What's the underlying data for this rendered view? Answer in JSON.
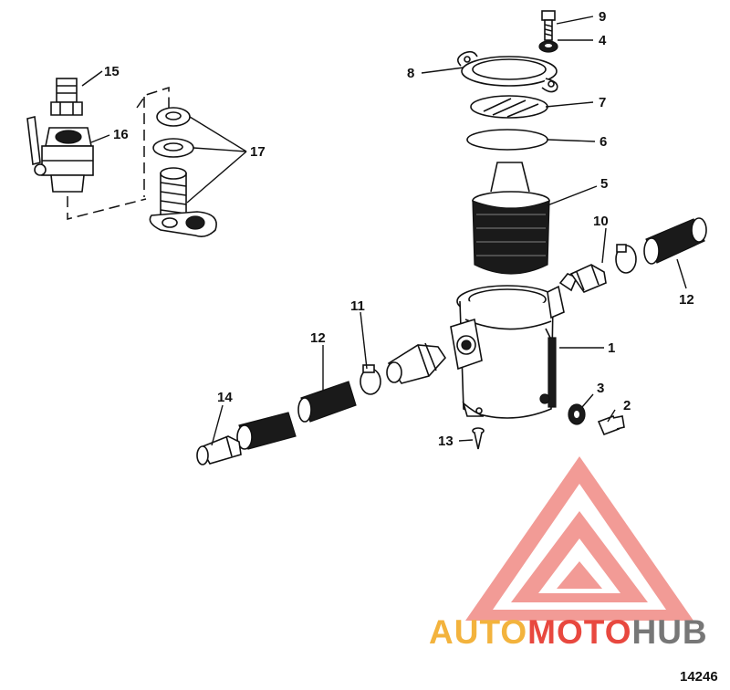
{
  "callouts": [
    {
      "id": "c1",
      "text": "1"
    },
    {
      "id": "c2",
      "text": "2"
    },
    {
      "id": "c3",
      "text": "3"
    },
    {
      "id": "c4",
      "text": "4"
    },
    {
      "id": "c5",
      "text": "5"
    },
    {
      "id": "c6",
      "text": "6"
    },
    {
      "id": "c7",
      "text": "7"
    },
    {
      "id": "c8",
      "text": "8"
    },
    {
      "id": "c9",
      "text": "9"
    },
    {
      "id": "c10",
      "text": "10"
    },
    {
      "id": "c11",
      "text": "11"
    },
    {
      "id": "c12a",
      "text": "12"
    },
    {
      "id": "c12b",
      "text": "12"
    },
    {
      "id": "c13",
      "text": "13"
    },
    {
      "id": "c14",
      "text": "14"
    },
    {
      "id": "c15",
      "text": "15"
    },
    {
      "id": "c16",
      "text": "16"
    },
    {
      "id": "c17",
      "text": "17"
    }
  ],
  "figure_number": "14246",
  "watermark": {
    "part1": "AUTO",
    "part2": "MOTO",
    "part3": "HUB",
    "color1": "#f3b33d",
    "color2": "#e8483f",
    "color3": "#777777"
  }
}
